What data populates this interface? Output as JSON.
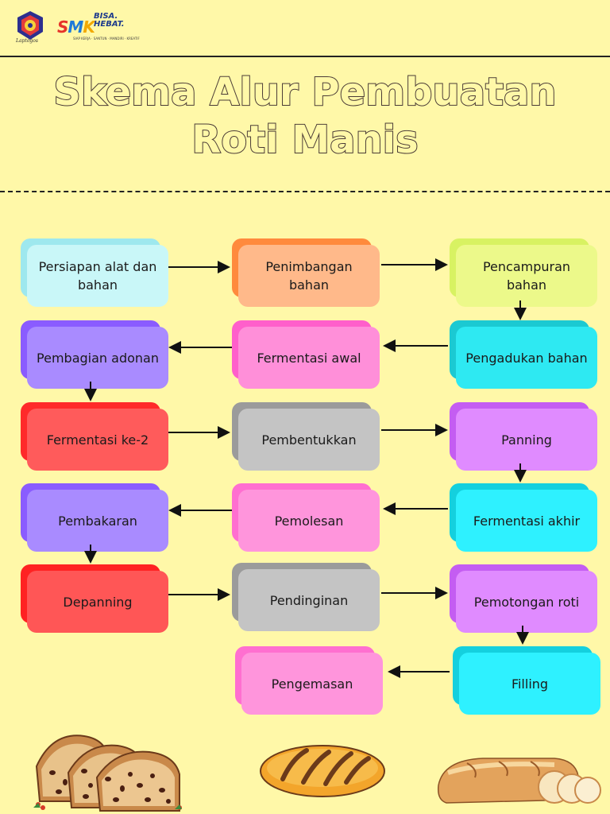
{
  "header": {
    "logo_left_caption": "Laptogos",
    "logo_right_main": "SMK",
    "logo_right_tagline_1": "BISA.",
    "logo_right_tagline_2": "HEBAT.",
    "logo_right_small": "SIAP KERJA · SANTUN · MANDIRI · KREATIF"
  },
  "title": {
    "line1": "Skema Alur Pembuatan",
    "line2": "Roti Manis"
  },
  "steps": [
    {
      "label": "Persiapan alat dan bahan",
      "front": "#c9f7f8",
      "back": "#9ee8ee"
    },
    {
      "label": "Penimbangan bahan",
      "front": "#ffb98a",
      "back": "#ff8a3d"
    },
    {
      "label": "Pencampuran bahan",
      "front": "#ecf98a",
      "back": "#d8f262"
    },
    {
      "label": "Pengadukan bahan",
      "front": "#2ee9f2",
      "back": "#1bc9d2"
    },
    {
      "label": "Fermentasi awal",
      "front": "#ff8fd9",
      "back": "#ff5fcb"
    },
    {
      "label": "Pembagian adonan",
      "front": "#a98bff",
      "back": "#8a5cff"
    },
    {
      "label": "Fermentasi ke-2",
      "front": "#ff5b5b",
      "back": "#ff2a2a"
    },
    {
      "label": "Pembentukkan",
      "front": "#c4c4c4",
      "back": "#9b9b9b"
    },
    {
      "label": "Panning",
      "front": "#e08bff",
      "back": "#c45df2"
    },
    {
      "label": "Fermentasi akhir",
      "front": "#2ef1ff",
      "back": "#14d0de"
    },
    {
      "label": "Pemolesan",
      "front": "#ff95dc",
      "back": "#ff6fd0"
    },
    {
      "label": "Pembakaran",
      "front": "#a98bff",
      "back": "#8a5cff"
    },
    {
      "label": "Depanning",
      "front": "#ff5656",
      "back": "#ff2222"
    },
    {
      "label": "Pendinginan",
      "front": "#c4c4c4",
      "back": "#9b9b9b"
    },
    {
      "label": "Pemotongan roti",
      "front": "#e08bff",
      "back": "#c45df2"
    },
    {
      "label": "Filling",
      "front": "#2ef1ff",
      "back": "#14d0de"
    },
    {
      "label": "Pengemasan",
      "front": "#ff95dc",
      "back": "#ff6fd0"
    }
  ],
  "colors": {
    "background": "#fff8a8",
    "title_outline": "#4a3b36",
    "arrow": "#111111"
  },
  "illustrations": [
    "fruit-bread-slices-icon",
    "bread-loaf-icon",
    "sliced-baguette-icon"
  ]
}
